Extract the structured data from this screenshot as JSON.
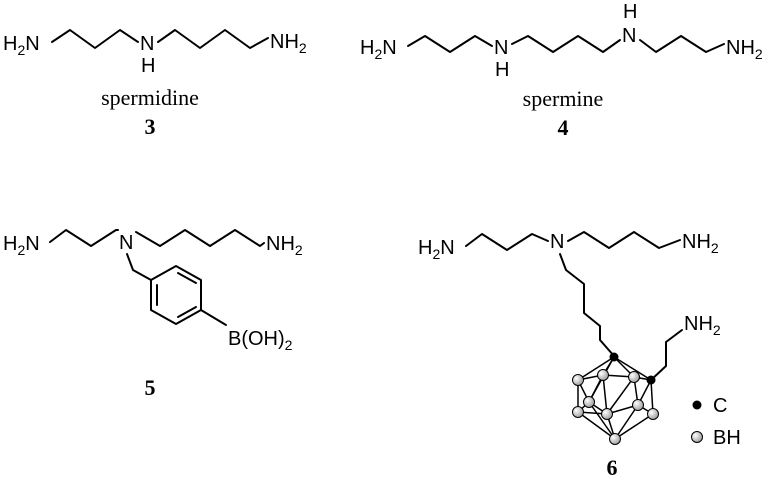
{
  "compounds": [
    {
      "number": "3",
      "name": "spermidine",
      "labels": {
        "left": "H2N",
        "nh": "N",
        "nh_h": "H",
        "right": "NH2"
      }
    },
    {
      "number": "4",
      "name": "spermine",
      "labels": {
        "left": "H2N",
        "nh1": "N",
        "nh1_h": "H",
        "nh2": "N",
        "nh2_h": "H",
        "right": "NH2"
      }
    },
    {
      "number": "5",
      "labels": {
        "left": "H2N",
        "n": "N",
        "right": "NH2",
        "boronic": "B(OH)2"
      }
    },
    {
      "number": "6",
      "labels": {
        "left": "H2N",
        "n": "N",
        "right": "NH2",
        "side": "NH2"
      }
    }
  ],
  "legend": [
    {
      "marker": "filled",
      "label": "C"
    },
    {
      "marker": "gray",
      "label": "BH"
    }
  ],
  "colors": {
    "bond": "#000000",
    "carbon": "#000000",
    "boron": "#b5b5b5"
  }
}
